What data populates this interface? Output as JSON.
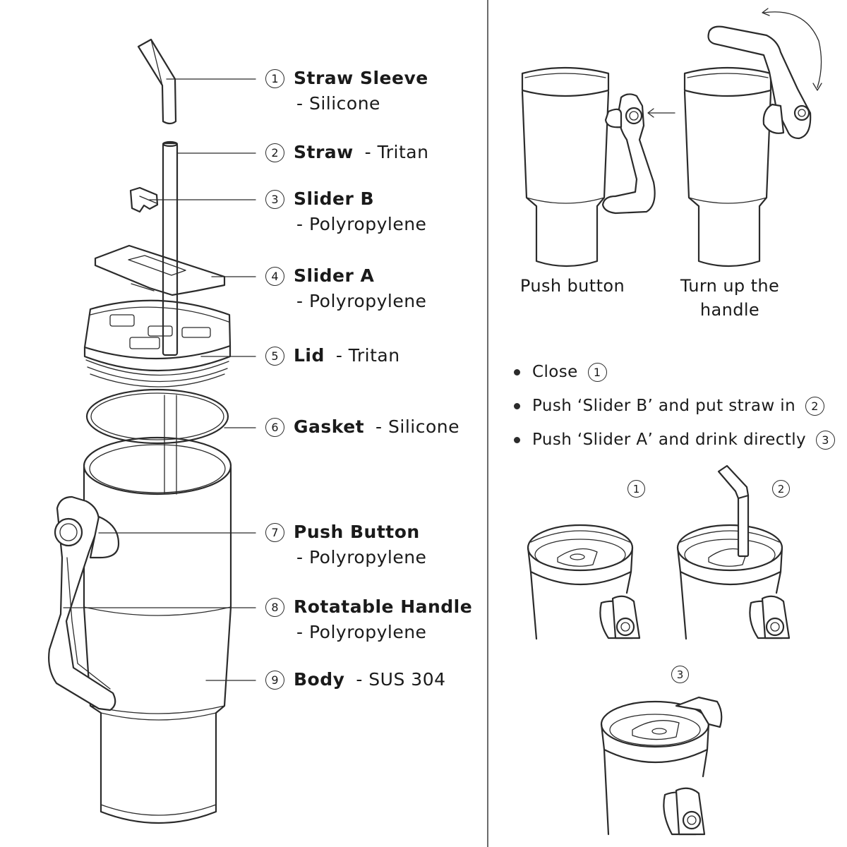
{
  "parts": [
    {
      "num": "1",
      "name": "Straw Sleeve",
      "material": "",
      "sub": "- Silicone"
    },
    {
      "num": "2",
      "name": "Straw",
      "material": "- Tritan",
      "sub": ""
    },
    {
      "num": "3",
      "name": "Slider B",
      "material": "",
      "sub": "- Polyropylene"
    },
    {
      "num": "4",
      "name": "Slider A",
      "material": "",
      "sub": "- Polyropylene"
    },
    {
      "num": "5",
      "name": "Lid",
      "material": "- Tritan",
      "sub": ""
    },
    {
      "num": "6",
      "name": "Gasket",
      "material": "- Silicone",
      "sub": ""
    },
    {
      "num": "7",
      "name": "Push Button",
      "material": "",
      "sub": "- Polyropylene"
    },
    {
      "num": "8",
      "name": "Rotatable Handle",
      "material": "",
      "sub": "- Polyropylene"
    },
    {
      "num": "9",
      "name": "Body",
      "material": "- SUS 304",
      "sub": ""
    }
  ],
  "handle_steps": {
    "push_button": "Push button",
    "turn_up_line1": "Turn up the",
    "turn_up_line2": "handle"
  },
  "lid_steps": [
    {
      "text": "Close",
      "num": "1"
    },
    {
      "text": "Push ‘Slider B’ and put straw in",
      "num": "2"
    },
    {
      "text": "Push ‘Slider A’ and drink directly",
      "num": "3"
    }
  ],
  "lid_markers": {
    "first": "1",
    "second": "2",
    "third": "3"
  }
}
